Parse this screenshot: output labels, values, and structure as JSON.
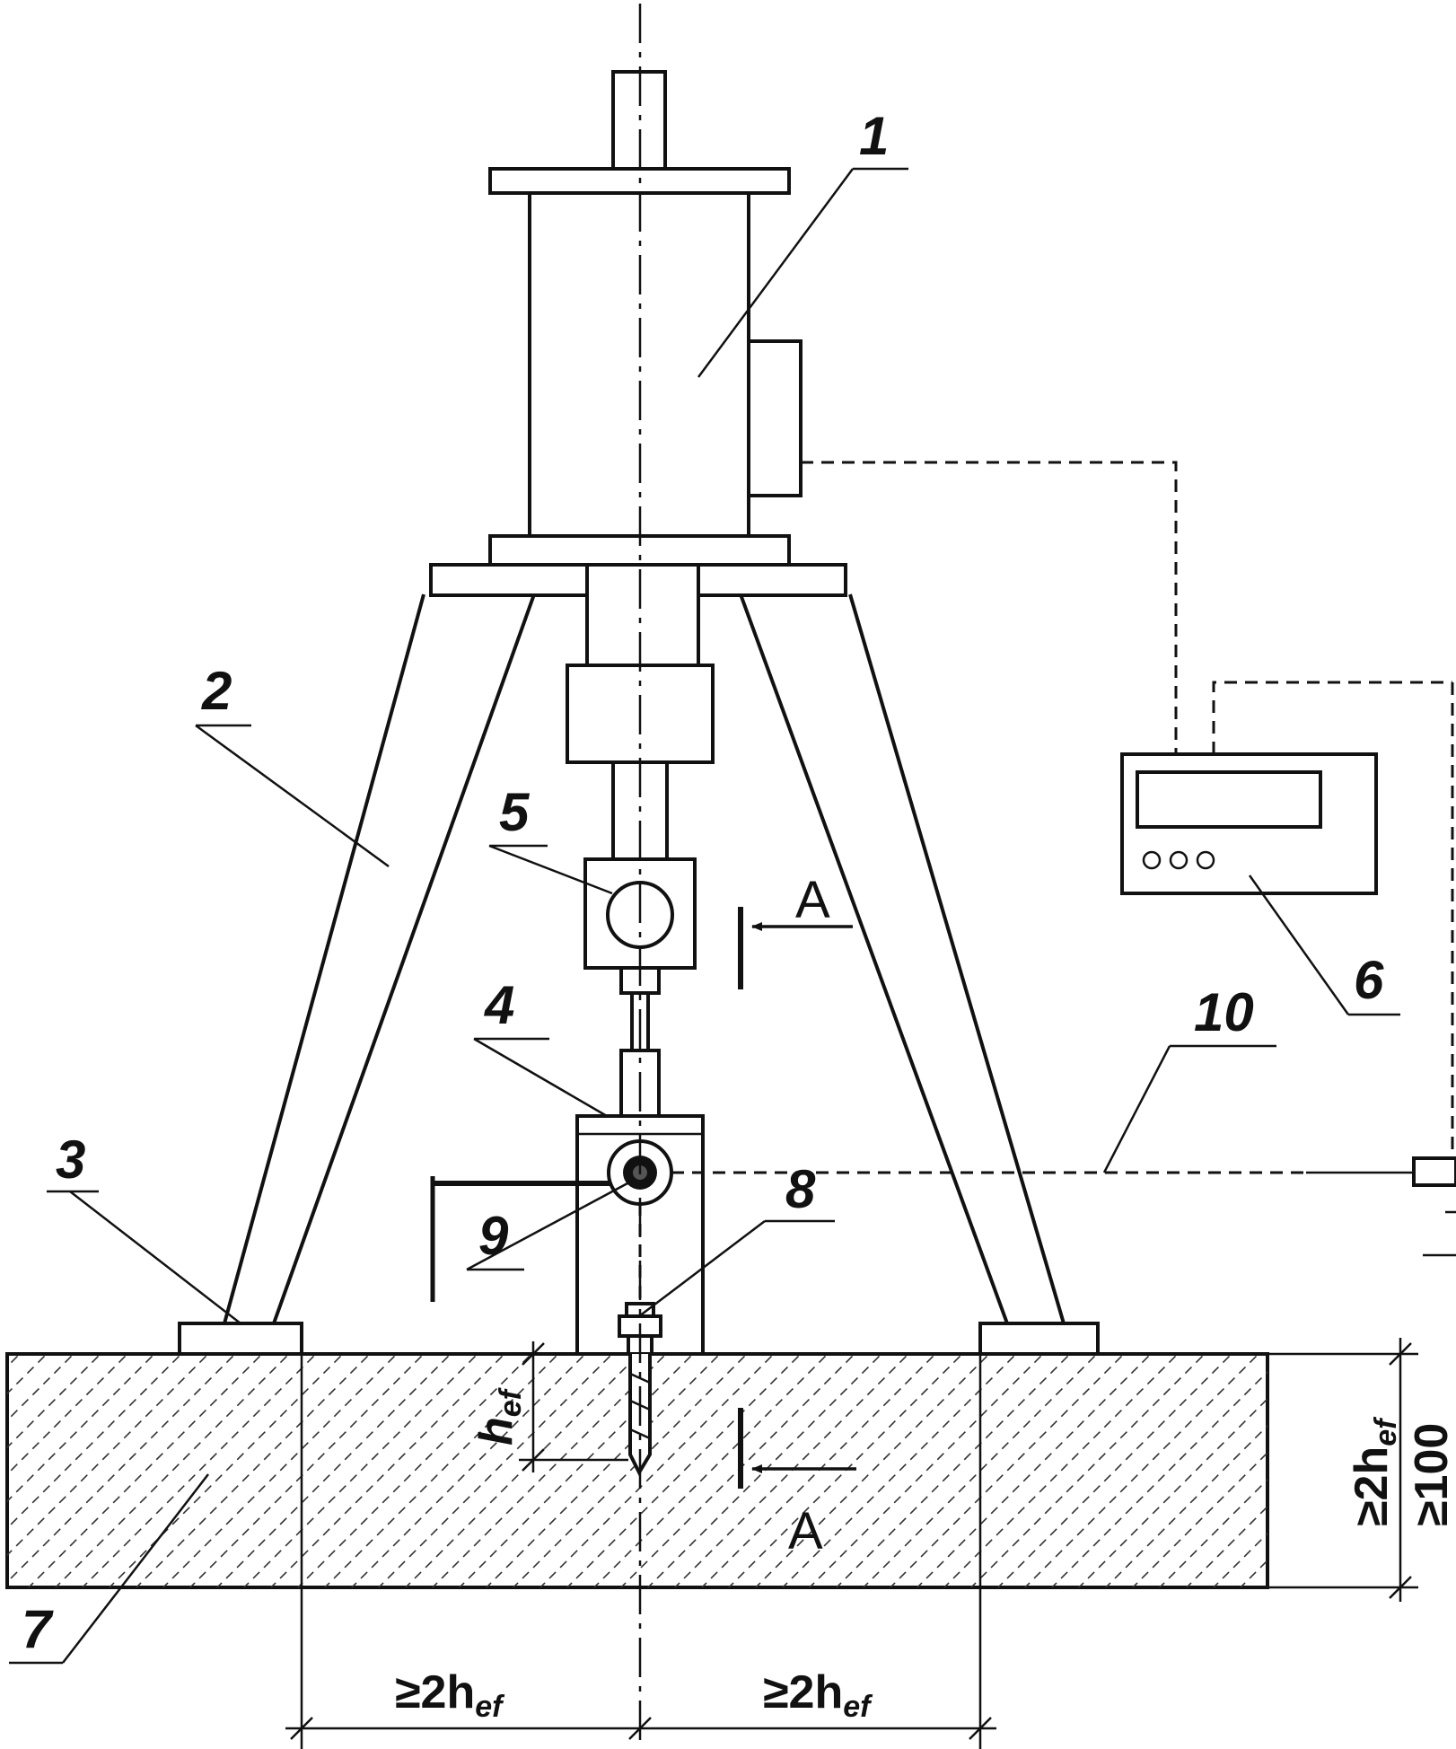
{
  "labels": {
    "test_machine": "1",
    "support_frame": "2",
    "support_pad": "3",
    "connector_block": "4",
    "load_cell": "5",
    "data_recorder": "6",
    "concrete_base": "7",
    "anchor_bolt": "8",
    "displacement_transducer": "9",
    "signal_wire": "10"
  },
  "section_mark": "A",
  "dimensions": {
    "left_spacing": {
      "prefix": "≥2h",
      "sub": "ef"
    },
    "right_spacing": {
      "prefix": "≥2h",
      "sub": "ef"
    },
    "embed_depth": {
      "prefix": "h",
      "sub": "ef"
    },
    "slab_thickness_rel": {
      "prefix": "≥2h",
      "sub": "ef"
    },
    "slab_thickness_min": "≥100"
  }
}
